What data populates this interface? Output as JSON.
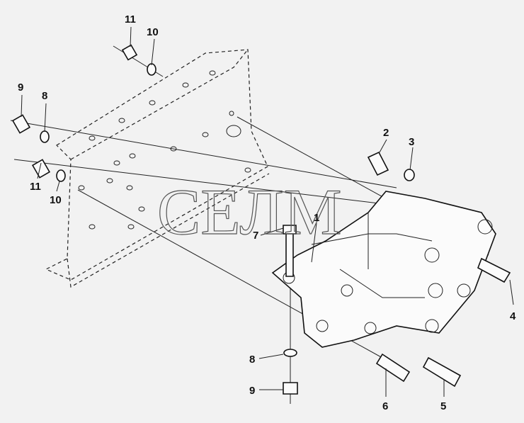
{
  "watermark": "СЕЛМ",
  "callouts": [
    {
      "id": "c11a",
      "text": "11"
    },
    {
      "id": "c10a",
      "text": "10"
    },
    {
      "id": "c9a",
      "text": "9"
    },
    {
      "id": "c8a",
      "text": "8"
    },
    {
      "id": "c11b",
      "text": "11"
    },
    {
      "id": "c10b",
      "text": "10"
    },
    {
      "id": "c2",
      "text": "2"
    },
    {
      "id": "c3",
      "text": "3"
    },
    {
      "id": "c1",
      "text": "1"
    },
    {
      "id": "c7",
      "text": "7"
    },
    {
      "id": "c4",
      "text": "4"
    },
    {
      "id": "c8b",
      "text": "8"
    },
    {
      "id": "c9b",
      "text": "9"
    },
    {
      "id": "c6",
      "text": "6"
    },
    {
      "id": "c5",
      "text": "5"
    }
  ]
}
